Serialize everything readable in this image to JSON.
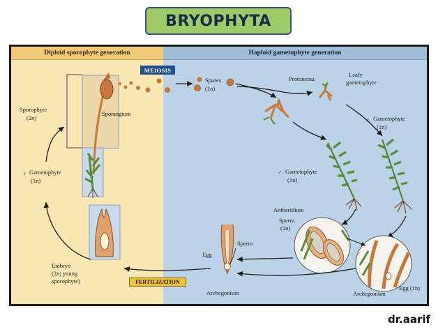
{
  "title": "BRYOPHYTA",
  "panels": {
    "left_header": "Diploid sporophyte generation",
    "right_header": "Haploid gametophyte generation"
  },
  "stages": {
    "meiosis": "MEIOSIS",
    "fertilization": "FERTILIZATION"
  },
  "labels": {
    "sporophyte": "Sporophyte",
    "sporophyte_ploidy": "(2n)",
    "sporangium": "Sporangium",
    "gametophyte_female_left": "Gametophyte",
    "gametophyte_female_left_ploidy": "(1n)",
    "embryo_1": "Embryo",
    "embryo_2": "(2n; young",
    "embryo_3": "sporophyte)",
    "spores": "Spores",
    "spores_ploidy": "(1n)",
    "protonema": "Protonema",
    "leafy_1": "Leafy",
    "leafy_2": "gametophyte",
    "gametophyte_female": "Gametophyte",
    "gametophyte_female_ploidy": "(1n)",
    "gametophyte_male": "Gametophyte",
    "gametophyte_male_ploidy": "(1n)",
    "antheridium": "Antheridium",
    "sperm_in_antheridium": "Sperm",
    "sperm_in_antheridium_ploidy": "(1n)",
    "egg_center": "Egg",
    "sperm_center": "Sperm",
    "archegonium_center": "Archegonium",
    "archegonium_right": "Archegonium",
    "egg_right": "Egg (1n)"
  },
  "symbols": {
    "female": "♀",
    "male": "♂"
  },
  "credit": "dr.aarif",
  "colors": {
    "title_bg": "#9ccb68",
    "left_panel": "#f8e6b3",
    "right_panel": "#bcd2e6",
    "meiosis_tag": "#1f4f8f",
    "fertilization_tag": "#f1c232",
    "plant_green": "#5c8a3a",
    "structure_brown": "#c8783a"
  }
}
